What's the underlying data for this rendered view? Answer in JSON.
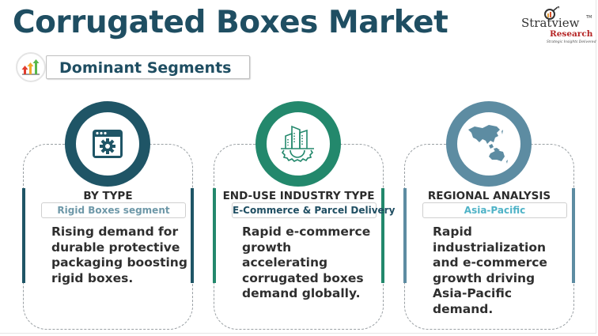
{
  "header": {
    "title": "Corrugated Boxes Market",
    "section_badge": "Dominant Segments",
    "section_badge_icon": "growth-arrows-icon"
  },
  "logo": {
    "name": "Stratview",
    "tm": "TM",
    "subtitle": "Research",
    "tagline": "Strategic Insights Delivered"
  },
  "cards": [
    {
      "icon": "browser-gear-icon",
      "heading": "BY TYPE",
      "highlight": "Rigid Boxes segment",
      "description": "Rising demand for durable protective packaging boosting rigid boxes.",
      "color": "#1f5566",
      "highlight_color": "#6e98a8"
    },
    {
      "icon": "industry-buildings-gear-icon",
      "heading": "END-USE INDUSTRY TYPE",
      "highlight": "E-Commerce & Parcel Delivery",
      "description": "Rapid e-commerce growth accelerating corrugated boxes demand globally.",
      "color": "#23886c",
      "highlight_color": "#1f4e62"
    },
    {
      "icon": "asia-pacific-map-icon",
      "heading": "REGIONAL ANALYSIS",
      "highlight": "Asia-Pacific",
      "description": "Rapid industrialization and e-commerce growth driving Asia-Pacific demand.",
      "color": "#5d8ca2",
      "highlight_color": "#4fb3c7"
    }
  ]
}
